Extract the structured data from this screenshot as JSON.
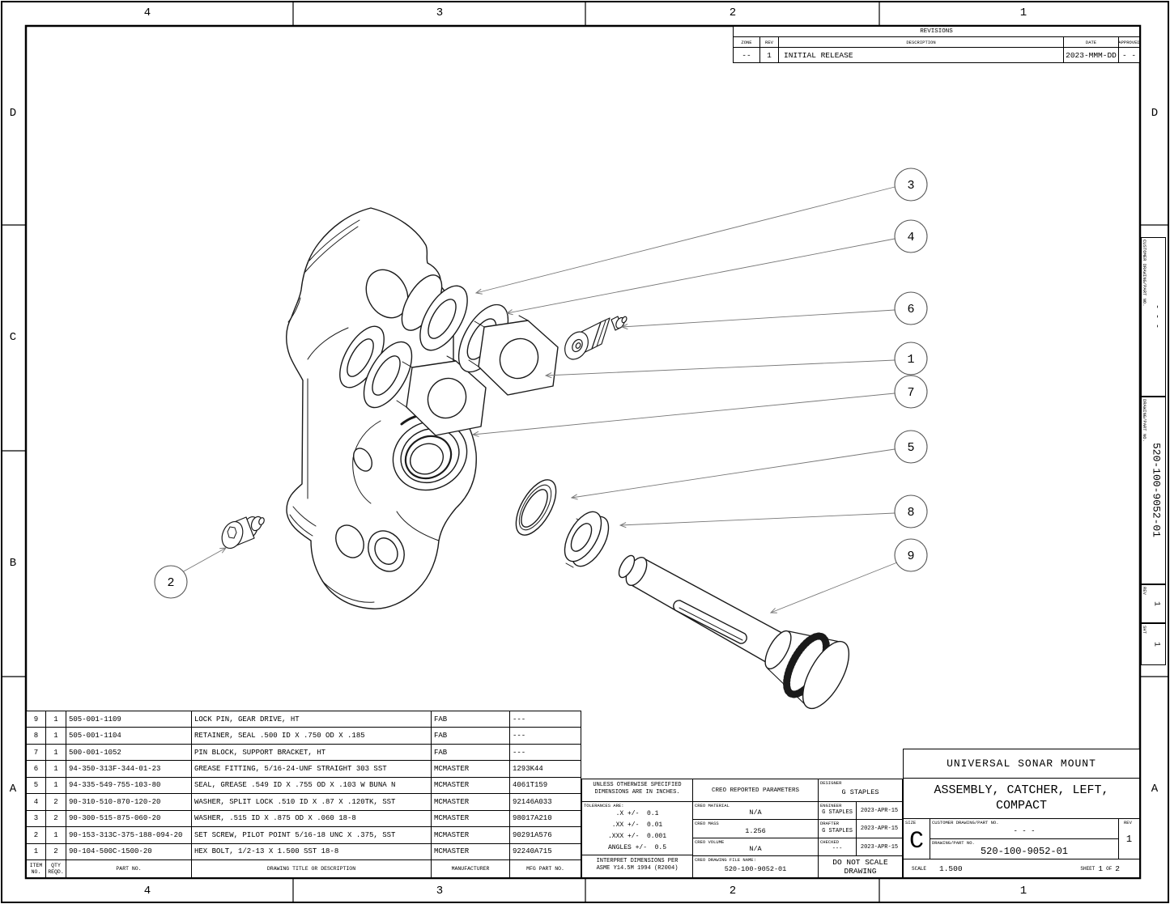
{
  "sheet": {
    "zones_top": [
      "4",
      "3",
      "2",
      "1"
    ],
    "zones_bottom": [
      "4",
      "3",
      "2",
      "1"
    ],
    "zones_left": [
      "D",
      "C",
      "B",
      "A"
    ],
    "zones_right": [
      "D",
      "A"
    ]
  },
  "balloons": {
    "b1": "1",
    "b2": "2",
    "b3": "3",
    "b4": "4",
    "b5": "5",
    "b6": "6",
    "b7": "7",
    "b8": "8",
    "b9": "9"
  },
  "revisions": {
    "title": "REVISIONS",
    "col_zone": "ZONE",
    "col_rev": "REV",
    "col_description": "DESCRIPTION",
    "col_date": "DATE",
    "col_approved": "APPROVED",
    "row": {
      "zone": "--",
      "rev": "1",
      "description": "INITIAL RELEASE",
      "date": "2023-MMM-DD",
      "approved": "- -"
    }
  },
  "bom": {
    "headers": {
      "item": "ITEM NO.",
      "qty": "QTY REQD.",
      "part_no": "PART NO.",
      "description": "DRAWING TITLE OR DESCRIPTION",
      "manufacturer": "MANUFACTURER",
      "mfg_part_no": "MFG PART NO."
    },
    "rows": [
      {
        "item": "9",
        "qty": "1",
        "part_no": "505-001-1109",
        "description": "LOCK PIN, GEAR DRIVE, HT",
        "manufacturer": "FAB",
        "mfg_part_no": "---"
      },
      {
        "item": "8",
        "qty": "1",
        "part_no": "505-001-1104",
        "description": "RETAINER, SEAL .500 ID X .750 OD X .185",
        "manufacturer": "FAB",
        "mfg_part_no": "---"
      },
      {
        "item": "7",
        "qty": "1",
        "part_no": "500-001-1052",
        "description": "PIN BLOCK, SUPPORT BRACKET, HT",
        "manufacturer": "FAB",
        "mfg_part_no": "---"
      },
      {
        "item": "6",
        "qty": "1",
        "part_no": "94-350-313F-344-01-23",
        "description": "GREASE FITTING, 5/16-24-UNF STRAIGHT 303 SST",
        "manufacturer": "MCMASTER",
        "mfg_part_no": "1293K44"
      },
      {
        "item": "5",
        "qty": "1",
        "part_no": "94-335-549-755-103-80",
        "description": "SEAL, GREASE .549 ID X .755 OD X .103 W BUNA N",
        "manufacturer": "MCMASTER",
        "mfg_part_no": "4061T159"
      },
      {
        "item": "4",
        "qty": "2",
        "part_no": "90-310-510-870-120-20",
        "description": "WASHER, SPLIT LOCK .510 ID X .87  X .120TK,  SST",
        "manufacturer": "MCMASTER",
        "mfg_part_no": "92146A033"
      },
      {
        "item": "3",
        "qty": "2",
        "part_no": "90-300-515-875-060-20",
        "description": "WASHER, .515 ID X .875 OD X .060 18-8",
        "manufacturer": "MCMASTER",
        "mfg_part_no": "98017A210"
      },
      {
        "item": "2",
        "qty": "1",
        "part_no": "90-153-313C-375-188-094-20",
        "description": "SET SCREW, PILOT POINT 5/16-18 UNC X .375, SST",
        "manufacturer": "MCMASTER",
        "mfg_part_no": "90291A576"
      },
      {
        "item": "1",
        "qty": "2",
        "part_no": "90-104-500C-1500-20",
        "description": "HEX BOLT, 1/2-13 X 1.500 SST 18-8",
        "manufacturer": "MCMASTER",
        "mfg_part_no": "92240A715"
      }
    ]
  },
  "tolerances": {
    "unless1": "UNLESS OTHERWISE SPECIFIED",
    "unless2": "DIMENSIONS ARE IN INCHES.",
    "label": "TOLERANCES ARE:",
    "x": ".X +/-  0.1",
    "xx": ".XX +/-  0.01",
    "xxx": ".XXX +/-  0.001",
    "angles": "ANGLES +/-  0.5",
    "interpret1": "INTERPRET DIMENSIONS PER",
    "interpret2": "ASME Y14.5M 1994 (R2004)"
  },
  "creo": {
    "header": "CREO REPORTED PARAMETERS",
    "material_label": "CREO MATERIAL",
    "material": "N/A",
    "mass_label": "CREO MASS",
    "mass": "1.256",
    "volume_label": "CREO VOLUME",
    "volume": "N/A",
    "file_label": "CREO DRAWING FILE NAME:",
    "file": "520-100-9052-01"
  },
  "approvals": {
    "designer_label": "DESIGNER",
    "designer": "G STAPLES",
    "engineer_label": "ENGINEER",
    "engineer": "G STAPLES",
    "engineer_date": "2023-APR-15",
    "drafter_label": "DRAFTER",
    "drafter": "G STAPLES",
    "drafter_date": "2023-APR-15",
    "checked_label": "CHECKED",
    "checked": "---",
    "checked_date": "2023-APR-15",
    "note1": "DO NOT SCALE",
    "note2": "DRAWING"
  },
  "title_block": {
    "project": "UNIVERSAL SONAR MOUNT",
    "title": "ASSEMBLY, CATCHER, LEFT, COMPACT",
    "size_label": "SIZE",
    "size": "C",
    "customer_label": "CUSTOMER DRAWING/PART NO.",
    "customer": "- - -",
    "drawing_label": "DRAWING/PART NO.",
    "drawing": "520-100-9052-01",
    "rev_label": "REV",
    "rev": "1",
    "scale_label": "SCALE",
    "scale": "1.500",
    "sheet_label": "SHEET",
    "sheet": "1",
    "of_label": "OF",
    "of": "2"
  },
  "side_strip": {
    "customer_label": "CUSTOMER DRAWING/PART NO.",
    "customer": "- - -",
    "drawing_label": "DRAWING/PART NO.",
    "drawing": "520-100-9052-01",
    "rev_label": "REV",
    "rev": "1",
    "sht_label": "SHT",
    "sht": "1"
  }
}
